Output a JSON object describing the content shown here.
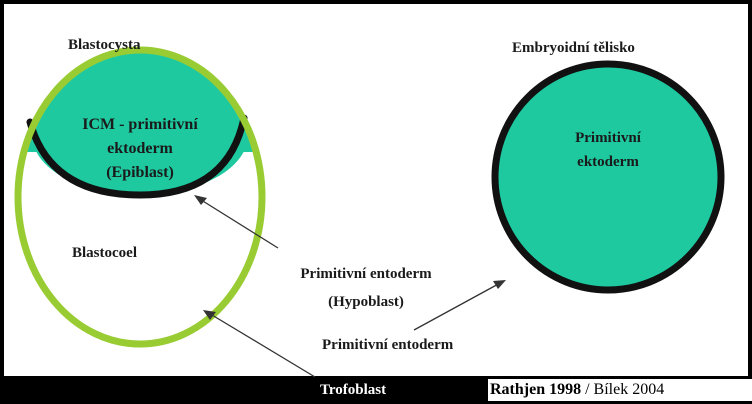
{
  "diagram": {
    "left_title": "Blastocysta",
    "right_title": "Embryoidní tělisko",
    "icm_lines": [
      "ICM - primitivní",
      "ektoderm",
      "(Epiblast)"
    ],
    "blastocoel": "Blastocoel",
    "hypoblast_lines": [
      "Primitivní entoderm",
      "(Hypoblast)"
    ],
    "right_center_lines": [
      "Primitivní",
      "ektoderm"
    ],
    "primitive_endoderm": "Primitivní entoderm",
    "trophoblast": "Trofoblast",
    "credit_bold": "Rathjen  1998",
    "credit_rest": " / Bílek 2004"
  },
  "colors": {
    "background": "#000000",
    "panel": "#ffffff",
    "teal_fill": "#1ec9a0",
    "outer_ring": "#99cc33",
    "outline": "#111111"
  }
}
